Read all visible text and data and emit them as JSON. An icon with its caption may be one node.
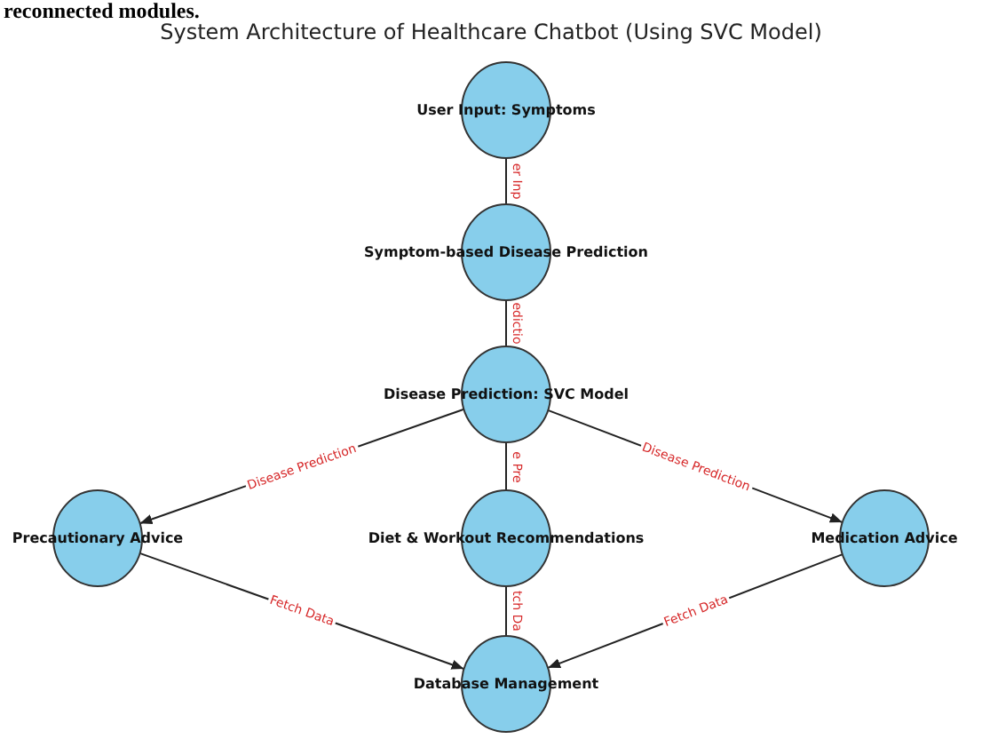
{
  "diagram": {
    "title": "System Architecture of Healthcare Chatbot (Using SVC Model)",
    "nodes": [
      {
        "text": [
          "User Input: Symptoms"
        ]
      },
      {
        "text": [
          "Symptom-based Disease Prediction"
        ]
      },
      {
        "text": [
          "Disease Prediction: SVC Model"
        ]
      },
      {
        "text": [
          "Precautionary Advice"
        ]
      },
      {
        "text": [
          "Diet & Workout Recommendations"
        ]
      },
      {
        "text": [
          "Medication Advice"
        ]
      },
      {
        "text": [
          "Database Management"
        ]
      }
    ],
    "edges": [
      {
        "from": 0,
        "to": 1,
        "arrow": "none",
        "label": "er Inp"
      },
      {
        "from": 1,
        "to": 2,
        "arrow": "none",
        "label": "edictio"
      },
      {
        "from": 2,
        "to": 3,
        "arrow": "to",
        "label": "Disease Prediction"
      },
      {
        "from": 2,
        "to": 4,
        "arrow": "none",
        "label": "e Pre"
      },
      {
        "from": 2,
        "to": 5,
        "arrow": "to",
        "label": "Disease Prediction"
      },
      {
        "from": 3,
        "to": 6,
        "arrow": "to",
        "label": "Fetch Data"
      },
      {
        "from": 4,
        "to": 6,
        "arrow": "none",
        "label": "tch Da"
      },
      {
        "from": 5,
        "to": 6,
        "arrow": "to",
        "label": "Fetch Data"
      }
    ],
    "labels": [
      "reconnected modules."
    ]
  }
}
